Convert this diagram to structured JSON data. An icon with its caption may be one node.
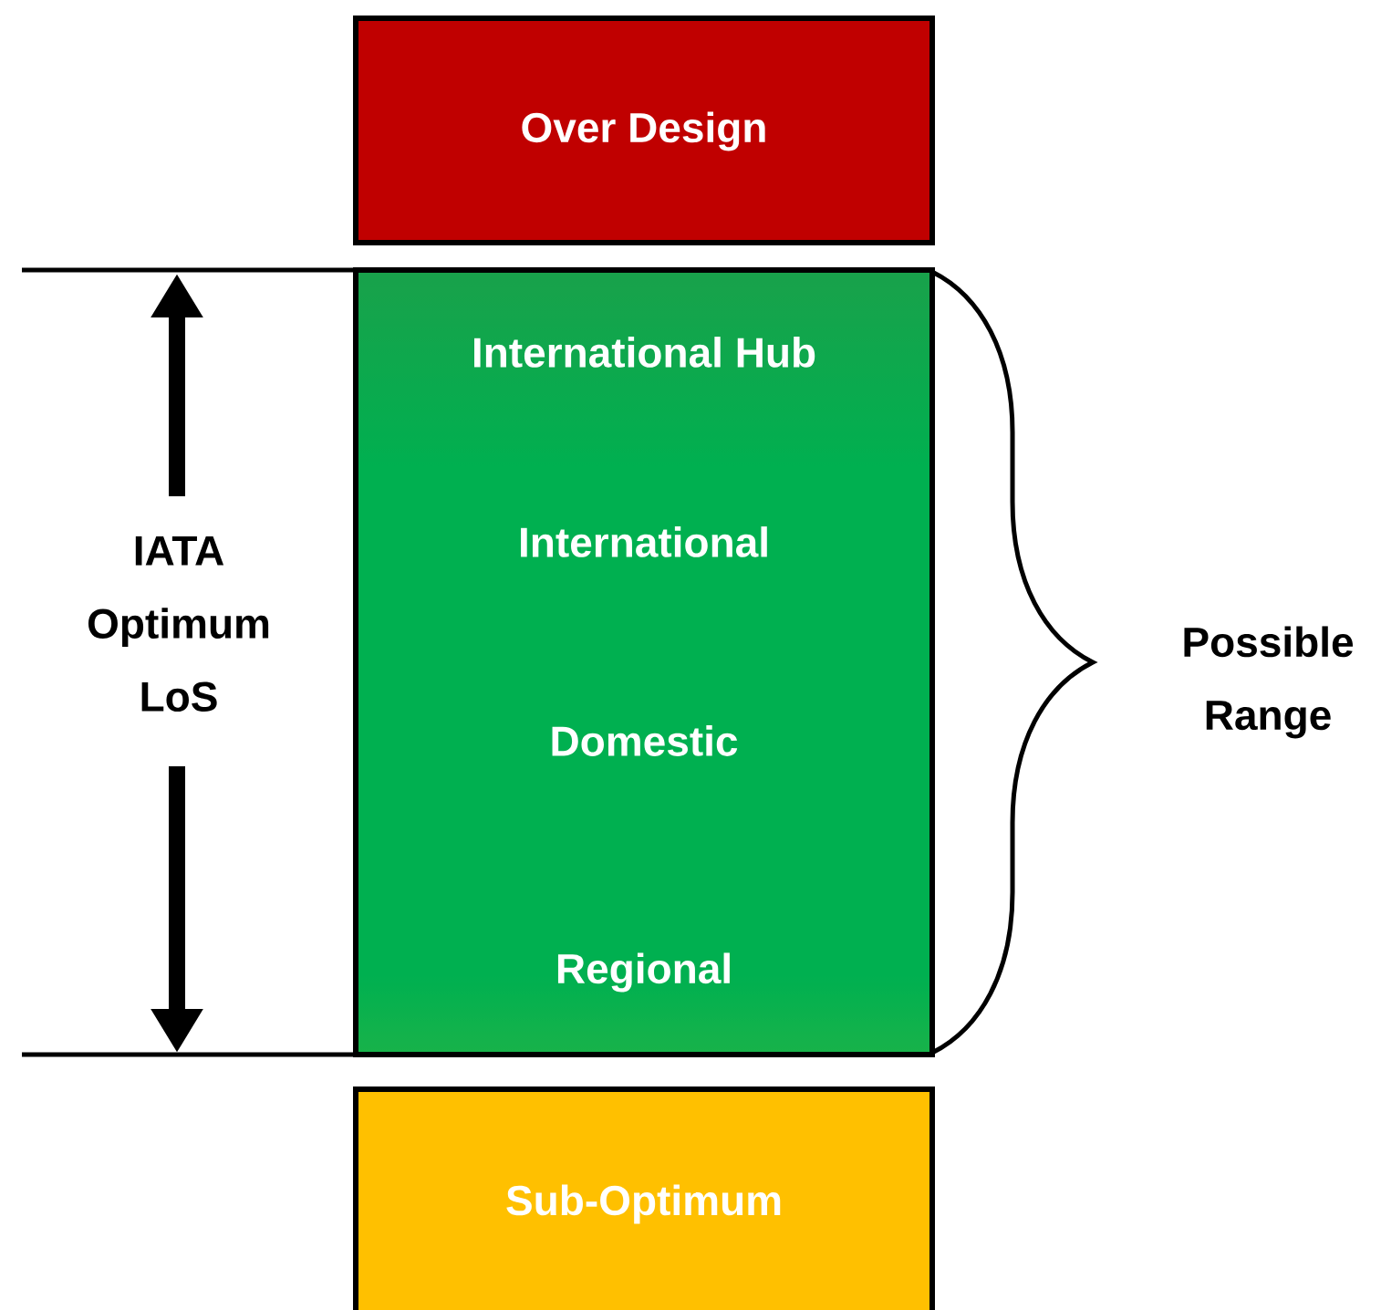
{
  "diagram": {
    "nodes": [
      {
        "text": [
          "Over Design"
        ]
      },
      {
        "text": [
          "International Hub",
          "International",
          "Domestic",
          "Regional"
        ]
      },
      {
        "text": [
          "Sub-Optimum"
        ]
      }
    ],
    "labels": [
      "IATA Optimum LoS",
      "Possible Range"
    ]
  }
}
